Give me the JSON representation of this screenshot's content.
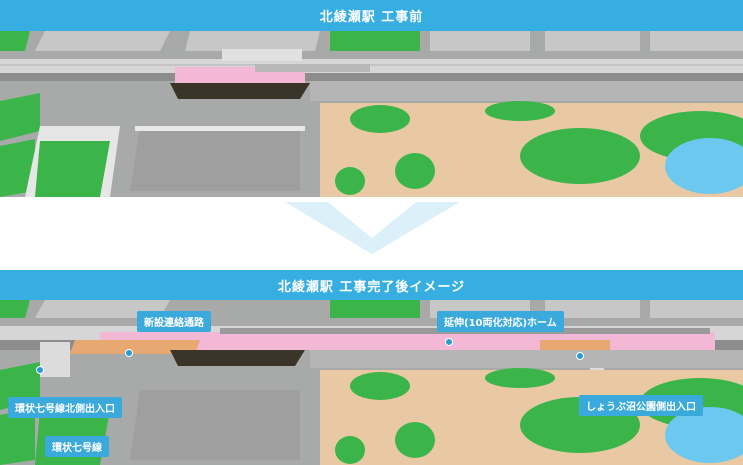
{
  "top_panel": {
    "title": "北綾瀬駅 工事前"
  },
  "bottom_panel": {
    "title": "北綾瀬駅 工事完了後イメージ"
  },
  "callouts": {
    "new_passage": "新設連絡通路",
    "extended_platform": "延伸(10両化対応)ホーム",
    "north_exit": "環状七号線北側出入口",
    "route": "環状七号線",
    "park_exit": "しょうぶ沼公園側出入口"
  },
  "colors": {
    "header": "#37aee2",
    "platform_pink": "#f2b8d6",
    "new_structure_orange": "#e8a872",
    "grass": "#3bb54a",
    "sand": "#e9c9a3",
    "pond": "#6cc8ee",
    "road": "#a9a9a9"
  },
  "icons": {
    "arrow": "chevron-down-arrow-icon"
  }
}
